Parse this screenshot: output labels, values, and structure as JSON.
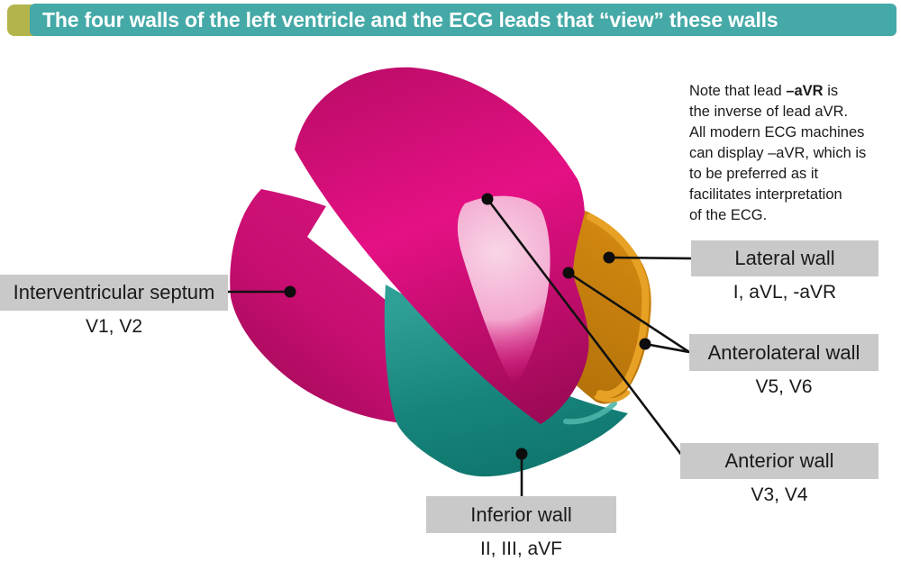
{
  "header": {
    "title": "The four walls of the left ventricle and the ECG leads that “view” these walls"
  },
  "note": {
    "l1_pre": "Note that lead ",
    "l1_bold": "–aVR",
    "l1_post": " is",
    "lines": [
      "the inverse of lead aVR.",
      "All modern ECG machines",
      "can display –aVR, which is",
      "to be preferred as it",
      "facilitates interpretation",
      "of the ECG."
    ]
  },
  "labels": {
    "septum": {
      "name": "Interventricular septum",
      "leads": "V1, V2"
    },
    "lateral": {
      "name": "Lateral wall",
      "leads": "I, aVL, -aVR"
    },
    "anterolateral": {
      "name": "Anterolateral wall",
      "leads": "V5, V6"
    },
    "anterior": {
      "name": "Anterior wall",
      "leads": "V3, V4"
    },
    "inferior": {
      "name": "Inferior wall",
      "leads": "II, III, aVF"
    }
  },
  "colors": {
    "header_teal": "#44a9a7",
    "header_olive": "#b3b44b",
    "box_gray": "#c9c9c9",
    "text_dark": "#1a1a1a",
    "line_black": "#111111",
    "magenta_bright": "#e51084",
    "magenta_mid": "#c90e72",
    "magenta_dark": "#9c0a55",
    "pink_light": "#f8d6e7",
    "teal_bright": "#2fa096",
    "teal_mid": "#17857c",
    "teal_dark": "#0e736b",
    "orange_light": "#e7a125",
    "orange_mid": "#d18710",
    "orange_dark": "#b4720a"
  }
}
